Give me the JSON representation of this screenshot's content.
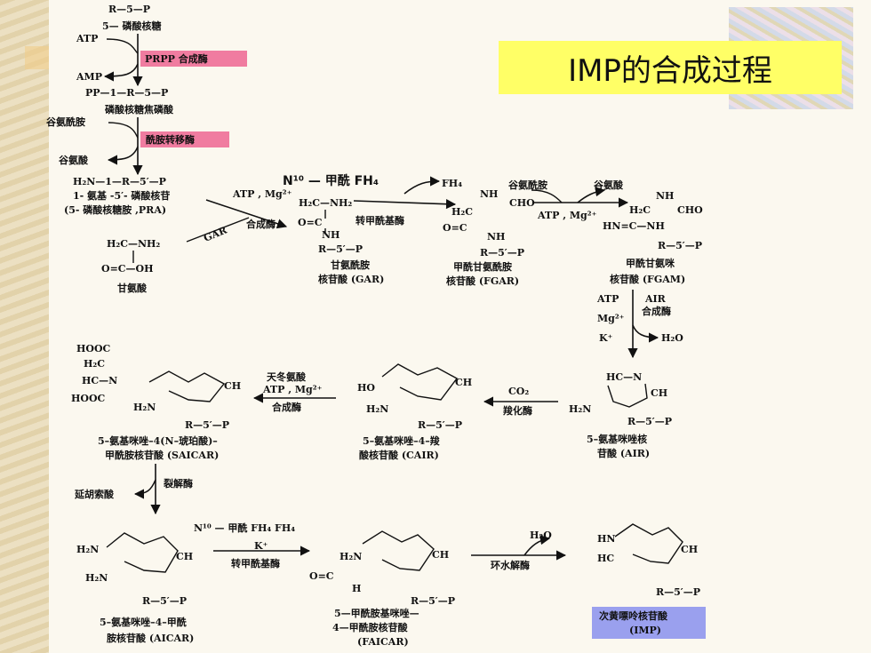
{
  "title": "IMP的合成过程",
  "top": {
    "r5p": "R—5—P",
    "r5p_name": "5— 磷酸核糖",
    "atp": "ATP",
    "amp": "AMP",
    "enzyme1": "PRPP 合成酶",
    "prpp": "PP—1—R—5—P",
    "prpp_name": "磷酸核糖焦磷酸",
    "gln": "谷氨酰胺",
    "enzyme2": "酰胺转移酶",
    "glu": "谷氨酸",
    "pra": "H₂N—1—R—5′—P",
    "pra_name1": "1- 氨基 -5′- 磷酸核苷",
    "pra_name2": "(5- 磷酸核糖胺 ,PRA)"
  },
  "row1": {
    "gly_top": "H₂C—NH₂",
    "gly_mid": "O=C—OH",
    "gly_name": "甘氨酸",
    "atp_mg": "ATP , Mg²⁺",
    "synthase": "合成酶",
    "gar_label": "GAR",
    "n10": "N¹⁰ — 甲酰 FH₄",
    "fh4": "FH₄",
    "transformylase": "转甲酰基酶",
    "gar_struct1": "H₂C—NH₂",
    "gar_struct2": "O=C",
    "gar_struct3": "NH",
    "gar_struct4": "R—5′—P",
    "gar_name1": "甘氨酰胺",
    "gar_name2": "核苷酸 (GAR)",
    "fgar_nh": "NH",
    "fgar_cho": "CHO",
    "fgar_h2c": "H₂C",
    "fgar_oc": "O=C",
    "fgar_nh2": "NH",
    "fgar_r": "R—5′—P",
    "fgar_name1": "甲酰甘氨酰胺",
    "fgar_name2": "核苷酸 (FGAR)",
    "gln2": "谷氨酰胺",
    "glu2": "谷氨酸",
    "atp_mg2": "ATP , Mg²⁺",
    "fgam_nh": "NH",
    "fgam_cho": "CHO",
    "fgam_h2c": "H₂C",
    "fgam_hn": "HN=C—NH",
    "fgam_r": "R—5′—P",
    "fgam_name1": "甲酰甘氨咪",
    "fgam_name2": "核苷酸 (FGAM)"
  },
  "air_step": {
    "atp": "ATP",
    "mg": "Mg²⁺",
    "k": "K⁺",
    "air_label": "AIR",
    "enzyme": "合成酶",
    "h2o": "H₂O"
  },
  "row2": {
    "saicar_hooc1": "HOOC",
    "saicar_h2c": "H₂C",
    "saicar_hc": "HC—N",
    "saicar_hooc2": "HOOC",
    "saicar_h2n": "H₂N",
    "saicar_ch": "CH",
    "saicar_r": "R—5′—P",
    "saicar_name1": "5–氨基咪唑–4(N–琥珀酸)–",
    "saicar_name2": "甲酰胺核苷酸 (SAICAR)",
    "asp": "天冬氨酸",
    "atp_mg": "ATP , Mg²⁺",
    "synthase": "合成酶",
    "cair_ho": "HO",
    "cair_h2n": "H₂N",
    "cair_ch": "CH",
    "cair_r": "R—5′—P",
    "cair_name1": "5–氨基咪唑–4–羧",
    "cair_name2": "酸核苷酸 (CAIR)",
    "co2": "CO₂",
    "carboxylase": "羧化酶",
    "air_hc": "HC—N",
    "air_ch": "CH",
    "air_h2n": "H₂N",
    "air_r": "R—5′—P",
    "air_name1": "5–氨基咪唑核",
    "air_name2": "苷酸 (AIR)"
  },
  "lyase_step": {
    "fumarate": "延胡索酸",
    "enzyme": "裂解酶"
  },
  "row3": {
    "aicar_h2n1": "H₂N",
    "aicar_h2n2": "H₂N",
    "aicar_ch": "CH",
    "aicar_r": "R—5′—P",
    "aicar_name1": "5–氨基咪唑–4–甲酰",
    "aicar_name2": "胺核苷酸 (AICAR)",
    "n10": "N¹⁰ — 甲酰 FH₄ FH₄",
    "k": "K⁺",
    "transformylase": "转甲酰基酶",
    "faicar_h2n": "H₂N",
    "faicar_oc": "O=C",
    "faicar_h": "H",
    "faicar_ch": "CH",
    "faicar_r": "R—5′—P",
    "faicar_name1": "5—甲酰胺基咪唑—",
    "faicar_name2": "4—甲酰胺核苷酸",
    "faicar_name3": "(FAICAR)",
    "h2o": "H₂O",
    "cyclohydrolase": "环水解酶",
    "imp_hn": "HN",
    "imp_hc": "HC",
    "imp_ch": "CH",
    "imp_r": "R—5′—P",
    "imp_name1": "次黄嘌呤核苷酸",
    "imp_name2": "(IMP)"
  },
  "colors": {
    "title_bg": "#ffff66",
    "enzyme_box": "#f07ca0",
    "imp_box": "#9aa0ee"
  }
}
